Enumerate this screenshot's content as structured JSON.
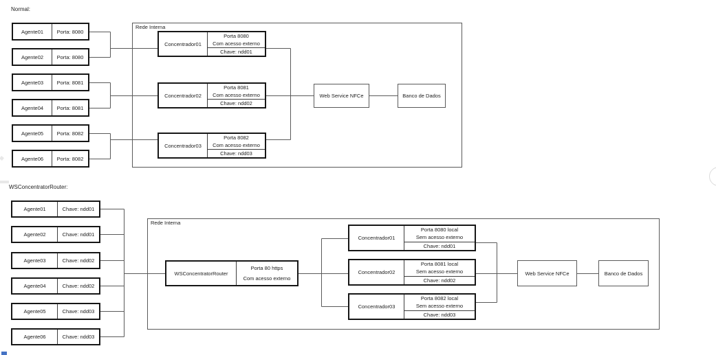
{
  "colors": {
    "background": "#ffffff",
    "line": "#595959",
    "border_thick": "#161616",
    "text": "#1c1c1c",
    "artifact_blue": "#4472c4"
  },
  "diagrams": [
    {
      "title": "Normal:",
      "agents": [
        {
          "name": "Agente01",
          "value": "Porta: 8080"
        },
        {
          "name": "Agente02",
          "value": "Porta: 8080"
        },
        {
          "name": "Agente03",
          "value": "Porta: 8081"
        },
        {
          "name": "Agente04",
          "value": "Porta: 8081"
        },
        {
          "name": "Agente05",
          "value": "Porta: 8082"
        },
        {
          "name": "Agente06",
          "value": "Porta: 8082"
        }
      ],
      "network": {
        "label": "Rede Interna",
        "concentrators": [
          {
            "name": "Concentrador01",
            "line1": "Porta 8080",
            "line2": "Com acesso externo",
            "line3": "Chave: ndd01"
          },
          {
            "name": "Concentrador02",
            "line1": "Porta 8081",
            "line2": "Com acesso externo",
            "line3": "Chave: ndd02"
          },
          {
            "name": "Concentrador03",
            "line1": "Porta 8082",
            "line2": "Com acesso externo",
            "line3": "Chave: ndd03"
          }
        ],
        "webservice": "Web Service NFCe",
        "database": "Banco de Dados"
      }
    },
    {
      "title": "WSConcentratorRouter:",
      "agents": [
        {
          "name": "Agente01",
          "value": "Chave: ndd01"
        },
        {
          "name": "Agente02",
          "value": "Chave: ndd01"
        },
        {
          "name": "Agente03",
          "value": "Chave: ndd02"
        },
        {
          "name": "Agente04",
          "value": "Chave: ndd02"
        },
        {
          "name": "Agente05",
          "value": "Chave: ndd03"
        },
        {
          "name": "Agente06",
          "value": "Chave: ndd03"
        }
      ],
      "network": {
        "label": "Rede Interna",
        "router": {
          "name": "WSConcentratorRouter",
          "line1": "Porta 80 https",
          "line2": "Com acesso externo"
        },
        "concentrators": [
          {
            "name": "Concentrador01",
            "line1": "Porta 8080 local",
            "line2": "Sem acesso externo",
            "line3": "Chave: ndd01"
          },
          {
            "name": "Concentrador02",
            "line1": "Porta 8081 local",
            "line2": "Sem acesso externo",
            "line3": "Chave: ndd02"
          },
          {
            "name": "Concentrador03",
            "line1": "Porta 8082 local",
            "line2": "Sem acesso externo",
            "line3": "Chave: ndd03"
          }
        ],
        "webservice": "Web Service NFCe",
        "database": "Banco de Dados"
      }
    }
  ]
}
